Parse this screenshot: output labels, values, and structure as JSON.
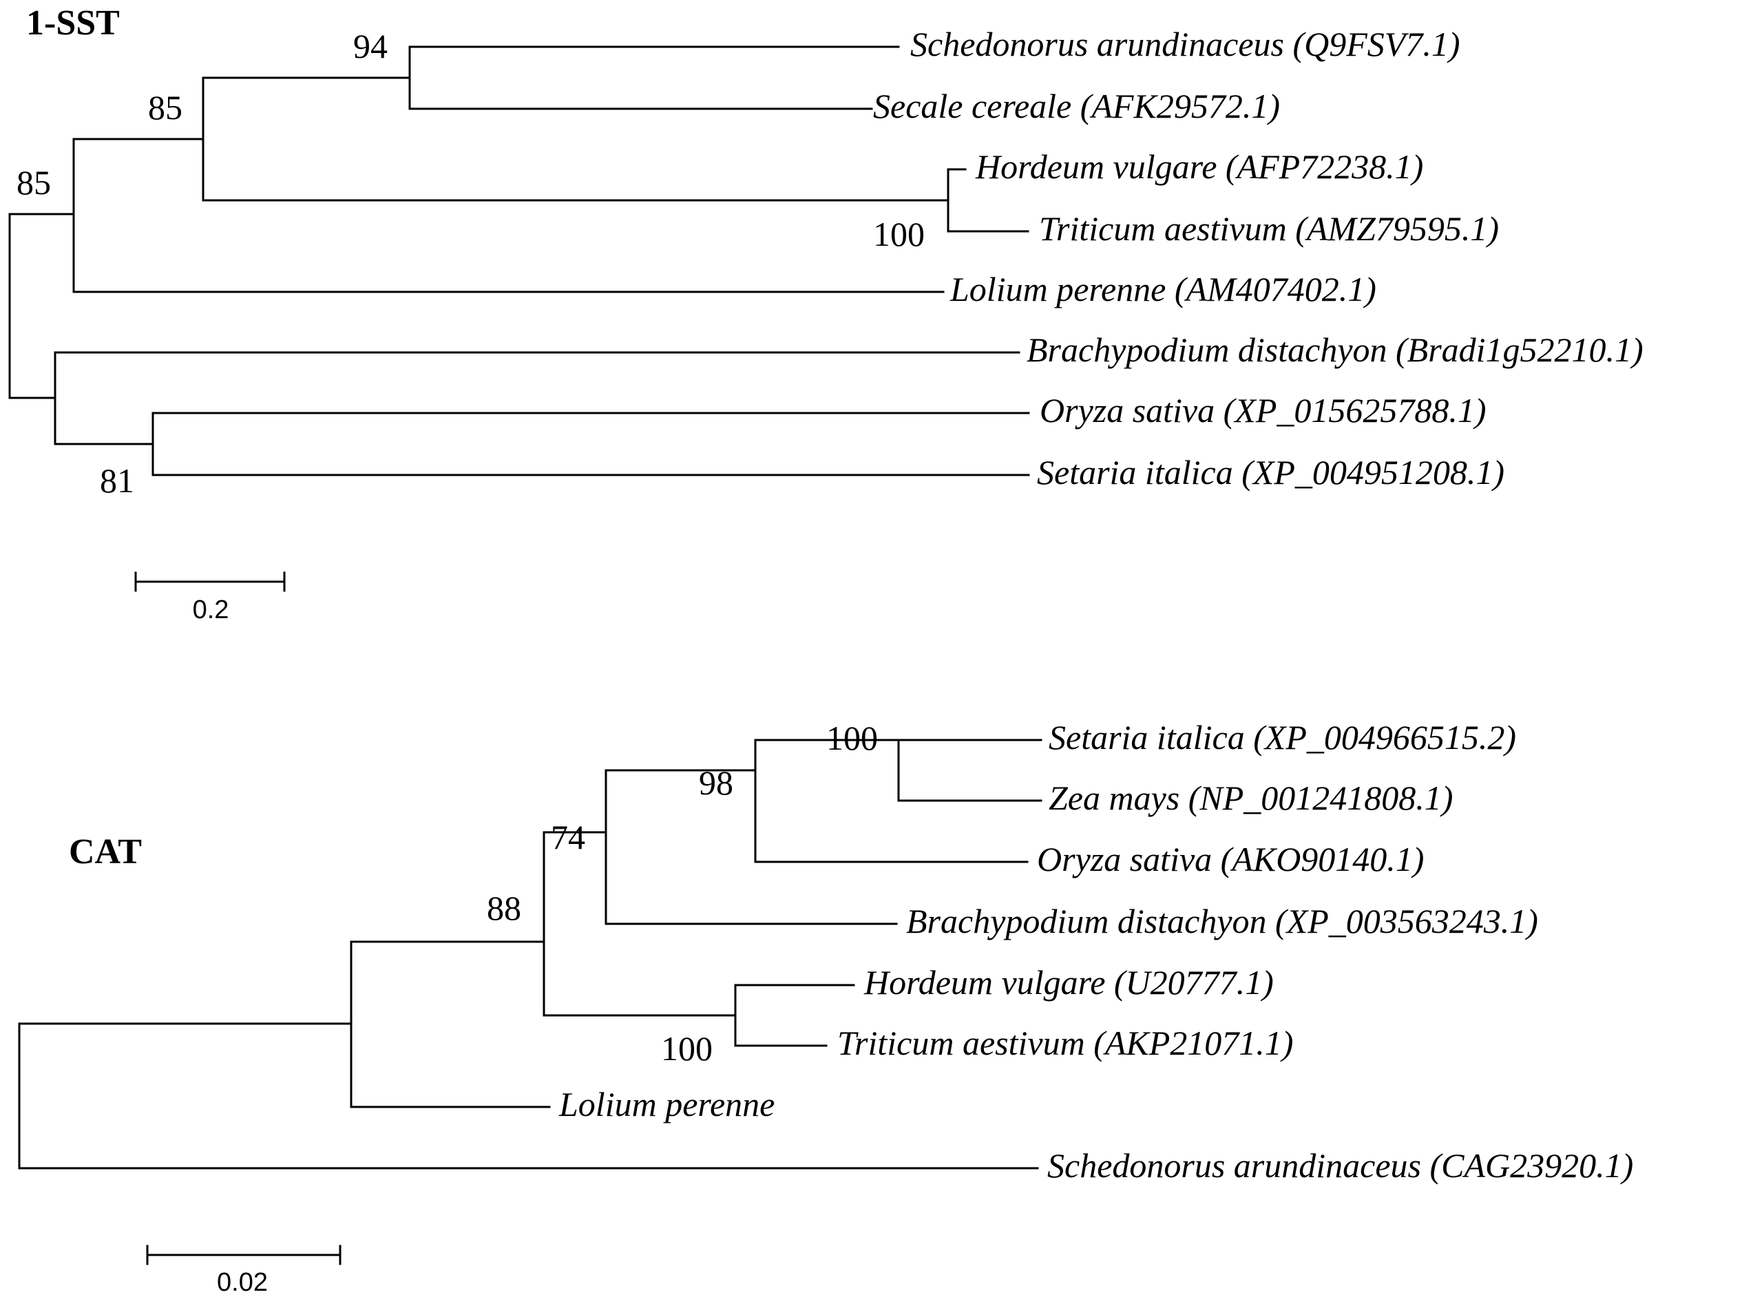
{
  "trees": [
    {
      "id": "sst",
      "title": "1-SST",
      "scale": {
        "label": "0.2"
      },
      "leaves": [
        {
          "id": "L1",
          "name": "Schedonorus arundinaceus (Q9FSV7.1)"
        },
        {
          "id": "L2",
          "name": "Secale cereale (AFK29572.1)"
        },
        {
          "id": "L3",
          "name": "Hordeum vulgare (AFP72238.1)"
        },
        {
          "id": "L4",
          "name": "Triticum aestivum (AMZ79595.1)"
        },
        {
          "id": "L5",
          "name": "Lolium perenne (AM407402.1)"
        },
        {
          "id": "L6",
          "name": "Brachypodium distachyon (Bradi1g52210.1)"
        },
        {
          "id": "L7",
          "name": "Oryza sativa (XP_015625788.1)"
        },
        {
          "id": "L8",
          "name": "Setaria italica (XP_004951208.1)"
        }
      ],
      "clades": [
        {
          "id": "sst_root",
          "members": [
            "sst_a",
            "sst_g"
          ]
        },
        {
          "id": "sst_a",
          "members": [
            "sst_b",
            "L5"
          ],
          "support": "85"
        },
        {
          "id": "sst_b",
          "members": [
            "sst_c",
            "sst_d"
          ],
          "support": "85"
        },
        {
          "id": "sst_c",
          "members": [
            "L1",
            "L2"
          ],
          "support": "94"
        },
        {
          "id": "sst_d",
          "members": [
            "L3",
            "L4"
          ],
          "support": "100"
        },
        {
          "id": "sst_g",
          "members": [
            "L6",
            "sst_h"
          ]
        },
        {
          "id": "sst_h",
          "members": [
            "L7",
            "L8"
          ],
          "support": "81"
        }
      ]
    },
    {
      "id": "cat",
      "title": "CAT",
      "scale": {
        "label": "0.02"
      },
      "leaves": [
        {
          "id": "L1",
          "name": "Setaria italica (XP_004966515.2)"
        },
        {
          "id": "L2",
          "name": "Zea mays (NP_001241808.1)"
        },
        {
          "id": "L3",
          "name": "Oryza sativa (AKO90140.1)"
        },
        {
          "id": "L4",
          "name": "Brachypodium distachyon (XP_003563243.1)"
        },
        {
          "id": "L5",
          "name": "Hordeum vulgare (U20777.1)"
        },
        {
          "id": "L6",
          "name": "Triticum aestivum (AKP21071.1)"
        },
        {
          "id": "L7",
          "name": "Lolium perenne"
        },
        {
          "id": "L8",
          "name": "Schedonorus arundinaceus (CAG23920.1)"
        }
      ],
      "clades": [
        {
          "id": "cat_root",
          "members": [
            "cat_a",
            "L8"
          ]
        },
        {
          "id": "cat_a",
          "members": [
            "cat_b",
            "L7"
          ]
        },
        {
          "id": "cat_b",
          "members": [
            "cat_c",
            "cat_f"
          ],
          "support": "88"
        },
        {
          "id": "cat_c",
          "members": [
            "cat_d",
            "L4"
          ],
          "support": "74"
        },
        {
          "id": "cat_d",
          "members": [
            "cat_e",
            "L3"
          ],
          "support": "98"
        },
        {
          "id": "cat_e",
          "members": [
            "L1",
            "L2"
          ],
          "support": "100"
        },
        {
          "id": "cat_f",
          "members": [
            "L5",
            "L6"
          ],
          "support": "100"
        }
      ]
    }
  ]
}
